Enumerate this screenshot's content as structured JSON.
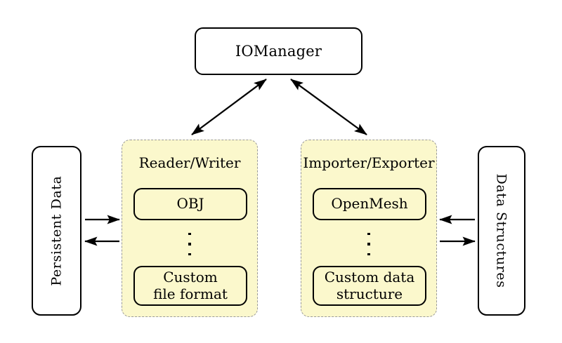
{
  "diagram": {
    "title_node": {
      "label": "IOManager"
    },
    "left_source": {
      "label": "Persistent Data",
      "orientation": "rotated-ccw"
    },
    "right_source": {
      "label": "Data Structures",
      "orientation": "rotated-cw"
    },
    "panels": [
      {
        "id": "reader-writer",
        "title": "Reader/Writer",
        "items": [
          {
            "label": "OBJ"
          },
          {
            "label": "Custom\nfile format"
          }
        ],
        "ellipsis": "vertical-dots",
        "fill_color": "#fbf8cc",
        "border_color": "#9a9a9a"
      },
      {
        "id": "importer-exporter",
        "title": "Importer/Exporter",
        "items": [
          {
            "label": "OpenMesh"
          },
          {
            "label": "Custom data\nstructure"
          }
        ],
        "ellipsis": "vertical-dots",
        "fill_color": "#fbf8cc",
        "border_color": "#9a9a9a"
      }
    ],
    "connections": [
      {
        "id": "iomanager-to-reader-writer",
        "kind": "double-arrow",
        "direction": "bidirectional"
      },
      {
        "id": "iomanager-to-importer-exporter",
        "kind": "double-arrow",
        "direction": "bidirectional"
      },
      {
        "id": "persistent-data-to-reader-writer",
        "kind": "single-arrow",
        "direction": "right"
      },
      {
        "id": "reader-writer-to-persistent-data",
        "kind": "single-arrow",
        "direction": "left"
      },
      {
        "id": "data-structures-to-importer-exporter",
        "kind": "single-arrow",
        "direction": "left"
      },
      {
        "id": "importer-exporter-to-data-structures",
        "kind": "single-arrow",
        "direction": "right"
      }
    ],
    "colors": {
      "panel_fill": "#fbf8cc",
      "panel_border": "#9a9a9a",
      "stroke": "#000000",
      "background": "#ffffff"
    }
  }
}
